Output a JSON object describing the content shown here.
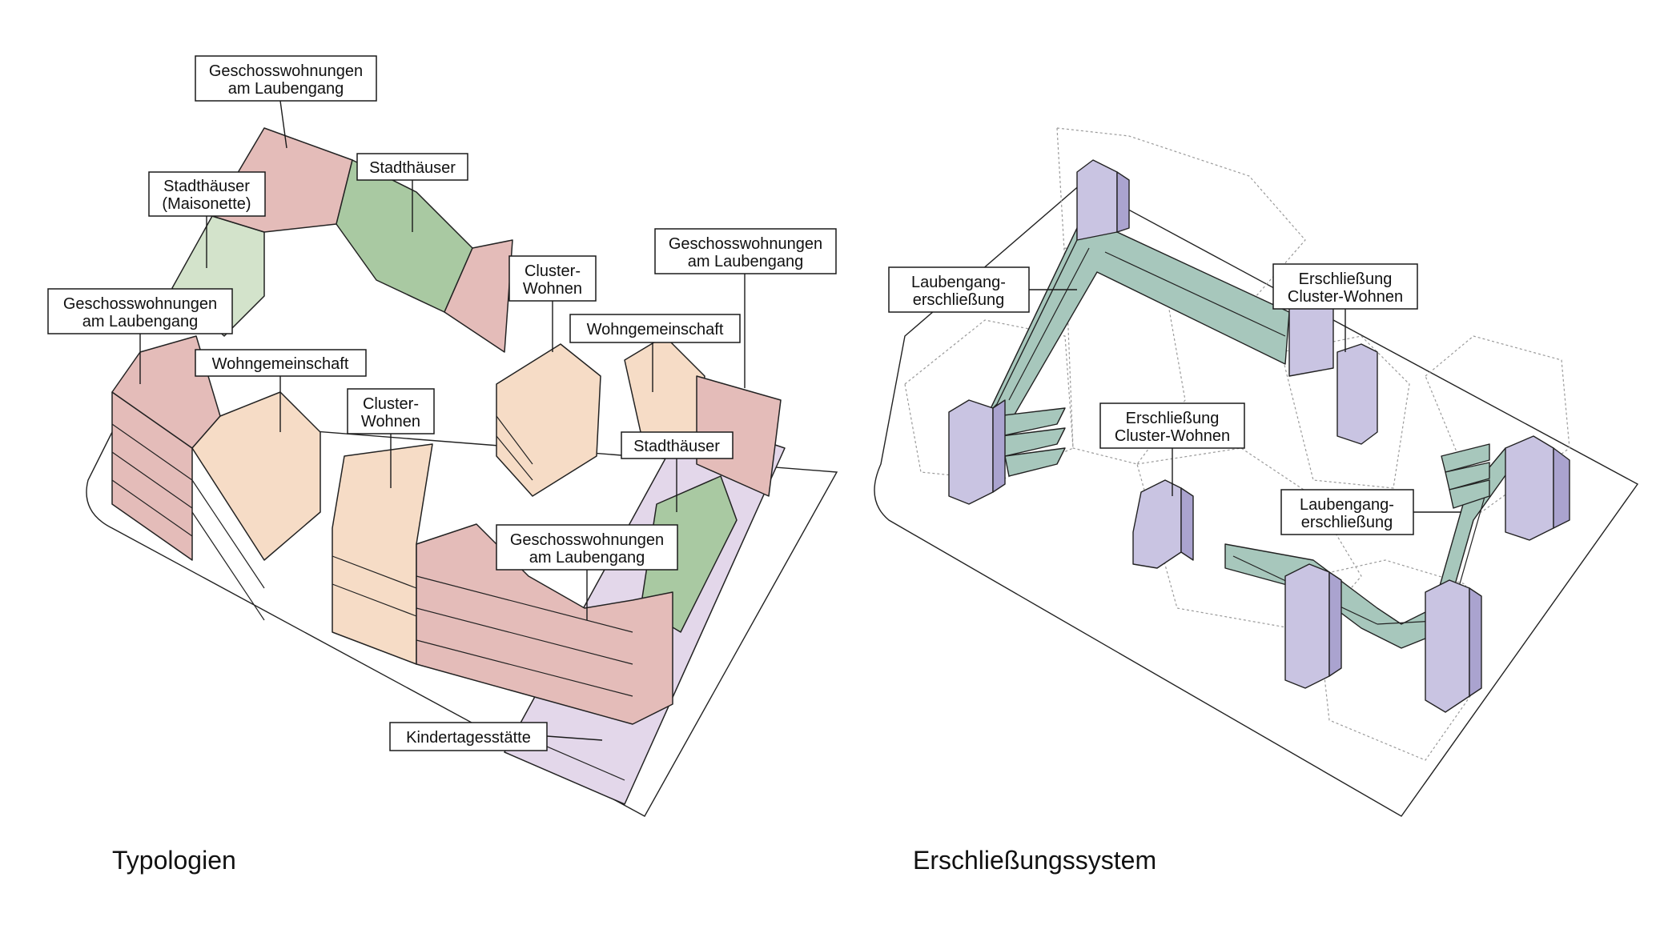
{
  "colors": {
    "geschoss": "#e4bcb9",
    "cluster": "#f6dcc6",
    "stadthaeuser": "#a9c9a2",
    "maisonette": "#d3e3cb",
    "kita": "#e3d7ea",
    "corridor": "#a7c7bc",
    "core": "#c9c4e2",
    "core_dark": "#aaa3cf"
  },
  "left_diagram": {
    "caption": "Typologien",
    "labels": {
      "geschoss_top": [
        "Geschosswohnungen",
        "am Laubengang"
      ],
      "stadthaeuser_top": [
        "Stadthäuser"
      ],
      "maisonette": [
        "Stadthäuser",
        "(Maisonette)"
      ],
      "geschoss_left": [
        "Geschosswohnungen",
        "am Laubengang"
      ],
      "wohngemeinschaft_left": [
        "Wohngemeinschaft"
      ],
      "cluster_top": [
        "Cluster-",
        "Wohnen"
      ],
      "geschoss_right": [
        "Geschosswohnungen",
        "am Laubengang"
      ],
      "wohngemeinschaft_right": [
        "Wohngemeinschaft"
      ],
      "cluster_mid": [
        "Cluster-",
        "Wohnen"
      ],
      "stadthaeuser_right": [
        "Stadthäuser"
      ],
      "geschoss_bottom": [
        "Geschosswohnungen",
        "am Laubengang"
      ],
      "kita": [
        "Kindertagesstätte"
      ]
    }
  },
  "right_diagram": {
    "caption": "Erschließungssystem",
    "labels": {
      "laubengang_left": [
        "Laubengang-",
        "erschließung"
      ],
      "cluster_core_top": [
        "Erschließung",
        "Cluster-Wohnen"
      ],
      "cluster_core_mid": [
        "Erschließung",
        "Cluster-Wohnen"
      ],
      "laubengang_right": [
        "Laubengang-",
        "erschließung"
      ]
    }
  }
}
